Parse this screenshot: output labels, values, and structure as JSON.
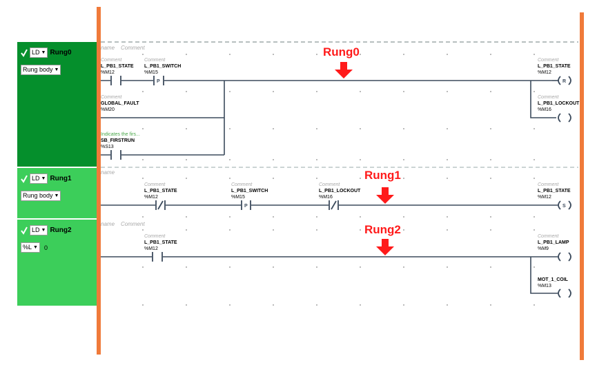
{
  "rungs": [
    {
      "enabled": true,
      "lang": "LD",
      "name": "Rung0",
      "sub_label": "Rung body",
      "sub_value": "",
      "color": "#058f2c",
      "callout": "Rung0"
    },
    {
      "enabled": true,
      "lang": "LD",
      "name": "Rung1",
      "sub_label": "Rung body",
      "sub_value": "",
      "color": "#3cce5a",
      "callout": "Rung1"
    },
    {
      "enabled": true,
      "lang": "LD",
      "name": "Rung2",
      "sub_label": "%L",
      "sub_value": "0",
      "color": "#3cce5a",
      "callout": "Rung2"
    }
  ],
  "rung_comment_placeholder": "name",
  "comment_placeholder": "Comment",
  "rung0": {
    "contacts": [
      {
        "comment": "Comment",
        "name": "L_PB1_STATE",
        "address": "%M12",
        "type": "NO"
      },
      {
        "comment": "Comment",
        "name": "L_PB1_SWITCH",
        "address": "%M15",
        "type": "P"
      },
      {
        "comment": "Comment",
        "name": "GLOBAL_FAULT",
        "address": "%M20",
        "type": "NO"
      },
      {
        "comment": "Indicates the firs...",
        "name": "SB_FIRSTRUN",
        "address": "%S13",
        "type": "NO"
      }
    ],
    "coils": [
      {
        "comment": "Comment",
        "name": "L_PB1_STATE",
        "address": "%M12",
        "type": "R"
      },
      {
        "comment": "Comment",
        "name": "L_PB1_LOCKOUT",
        "address": "%M16",
        "type": ""
      }
    ]
  },
  "rung1": {
    "contacts": [
      {
        "comment": "Comment",
        "name": "L_PB1_STATE",
        "address": "%M12",
        "type": "NC"
      },
      {
        "comment": "Comment",
        "name": "L_PB1_SWITCH",
        "address": "%M15",
        "type": "P"
      },
      {
        "comment": "Comment",
        "name": "L_PB1_LOCKOUT",
        "address": "%M16",
        "type": "NC"
      }
    ],
    "coils": [
      {
        "comment": "Comment",
        "name": "L_PB1_STATE",
        "address": "%M12",
        "type": "S"
      }
    ]
  },
  "rung2": {
    "contacts": [
      {
        "comment": "Comment",
        "name": "L_PB1_STATE",
        "address": "%M12",
        "type": "NO"
      }
    ],
    "coils": [
      {
        "comment": "Comment",
        "name": "L_PB1_LAMP",
        "address": "%M9",
        "type": ""
      },
      {
        "comment": "",
        "name": "MOT_1_COIL",
        "address": "%M13",
        "type": ""
      }
    ]
  },
  "colors": {
    "rail": "#f07a3a",
    "wire": "#3b4a5c",
    "callout": "#ff1a1a",
    "grid_dot": "#8a8a8a"
  }
}
